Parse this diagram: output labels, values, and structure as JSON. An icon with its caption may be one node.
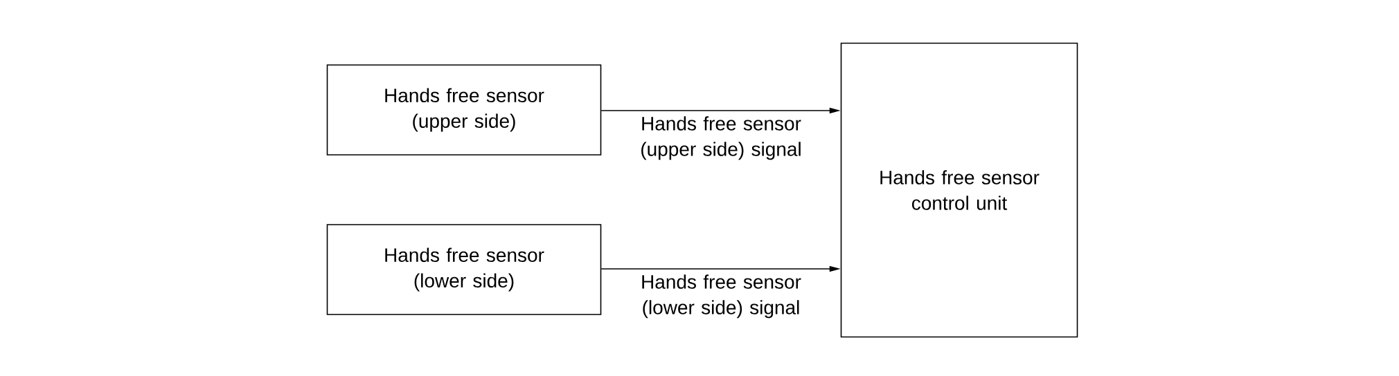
{
  "diagram": {
    "nodes": [
      {
        "text": [
          "Hands free sensor (upper side)"
        ]
      },
      {
        "text": [
          "Hands free sensor (lower side)"
        ]
      },
      {
        "text": [
          "Hands free sensor control unit"
        ]
      }
    ],
    "edges": [
      {
        "from": 0,
        "to": 2,
        "arrow": "to",
        "label": "Hands free sensor (upper side) signal"
      },
      {
        "from": 1,
        "to": 2,
        "arrow": "to",
        "label": "Hands free sensor (lower side) signal"
      }
    ]
  }
}
